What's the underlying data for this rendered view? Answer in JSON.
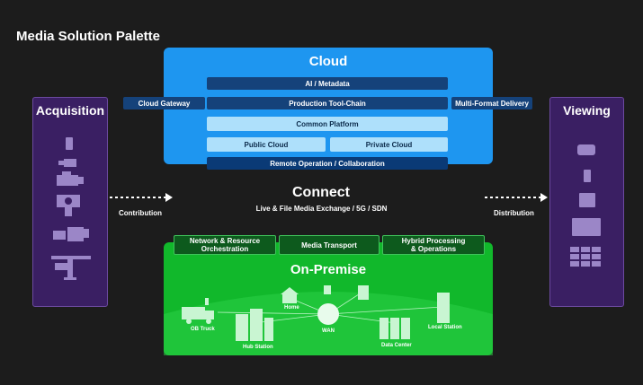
{
  "title": "Media Solution Palette",
  "acquisition": {
    "title": "Acquisition"
  },
  "viewing": {
    "title": "Viewing"
  },
  "cloud": {
    "title": "Cloud",
    "ai_metadata": "AI / Metadata",
    "production_toolchain": "Production Tool-Chain",
    "common_platform": "Common Platform",
    "public_cloud": "Public Cloud",
    "private_cloud": "Private Cloud",
    "remote_operation": "Remote Operation / Collaboration",
    "gateway": "Cloud Gateway",
    "multiformat_delivery": "Multi-Format Delivery"
  },
  "connect": {
    "title": "Connect",
    "subtitle": "Live & File Media Exchange / 5G / SDN",
    "contribution": "Contribution",
    "distribution": "Distribution"
  },
  "onpremise": {
    "title": "On-Premise",
    "tabs": [
      "Network & Resource\nOrchestration",
      "Media Transport",
      "Hybrid Processing\n& Operations"
    ],
    "sites": {
      "ob_truck": "OB Truck",
      "hub_station": "Hub Station",
      "home": "Home",
      "wan": "WAN",
      "data_center": "Data Center",
      "local_station": "Local Station"
    }
  },
  "colors": {
    "background": "#1c1c1c",
    "cloud": "#1e96f0",
    "onpremise": "#11b82b",
    "side_panel": "#3a1f63"
  }
}
